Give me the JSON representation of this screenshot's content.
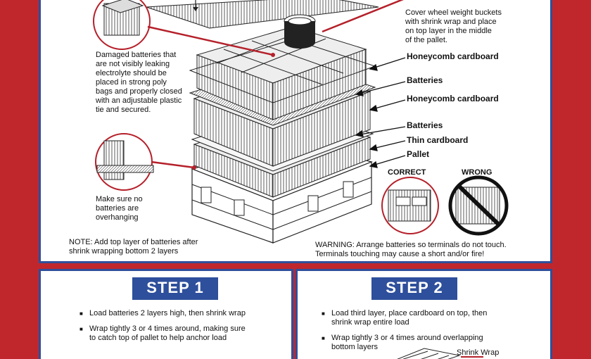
{
  "callouts": {
    "cover_buckets": [
      "Cover wheel weight buckets",
      "with shrink wrap and place",
      "on top layer in the middle",
      "of the pallet."
    ],
    "damaged": [
      "Damaged batteries that",
      "are not visibly leaking",
      "electrolyte should be",
      "placed in strong poly",
      "bags and properly closed",
      "with an adjustable plastic",
      "tie and secured."
    ],
    "overhang": [
      "Make sure no",
      "batteries are",
      "overhanging"
    ]
  },
  "layer_labels": [
    "Honeycomb cardboard",
    "Batteries",
    "Honeycomb cardboard",
    "Batteries",
    "Thin cardboard",
    "Pallet"
  ],
  "comparison": {
    "correct": "CORRECT",
    "wrong": "WRONG"
  },
  "note": [
    "NOTE: Add top layer of batteries after",
    "shrink wrapping bottom 2 layers"
  ],
  "warning": [
    "WARNING:  Arrange batteries so terminals do not touch.",
    "Terminals touching may cause a short and/or fire!"
  ],
  "step1": {
    "title": "STEP 1",
    "bullets": [
      [
        "Load batteries 2 layers high, then shrink wrap"
      ],
      [
        "Wrap tightly 3 or 4 times around, making sure",
        "to catch top of pallet to help anchor load"
      ]
    ]
  },
  "step2": {
    "title": "STEP 2",
    "bullets": [
      [
        "Load third layer, place cardboard on top, then",
        "shrink wrap entire load"
      ],
      [
        "Wrap tightly 3 or 4 times around overlapping",
        "bottom layers"
      ]
    ],
    "figure_label": "Shrink Wrap"
  },
  "colors": {
    "panel_border": "#2e4f9b",
    "background": "#c0272d",
    "accent": "#b5202a"
  }
}
